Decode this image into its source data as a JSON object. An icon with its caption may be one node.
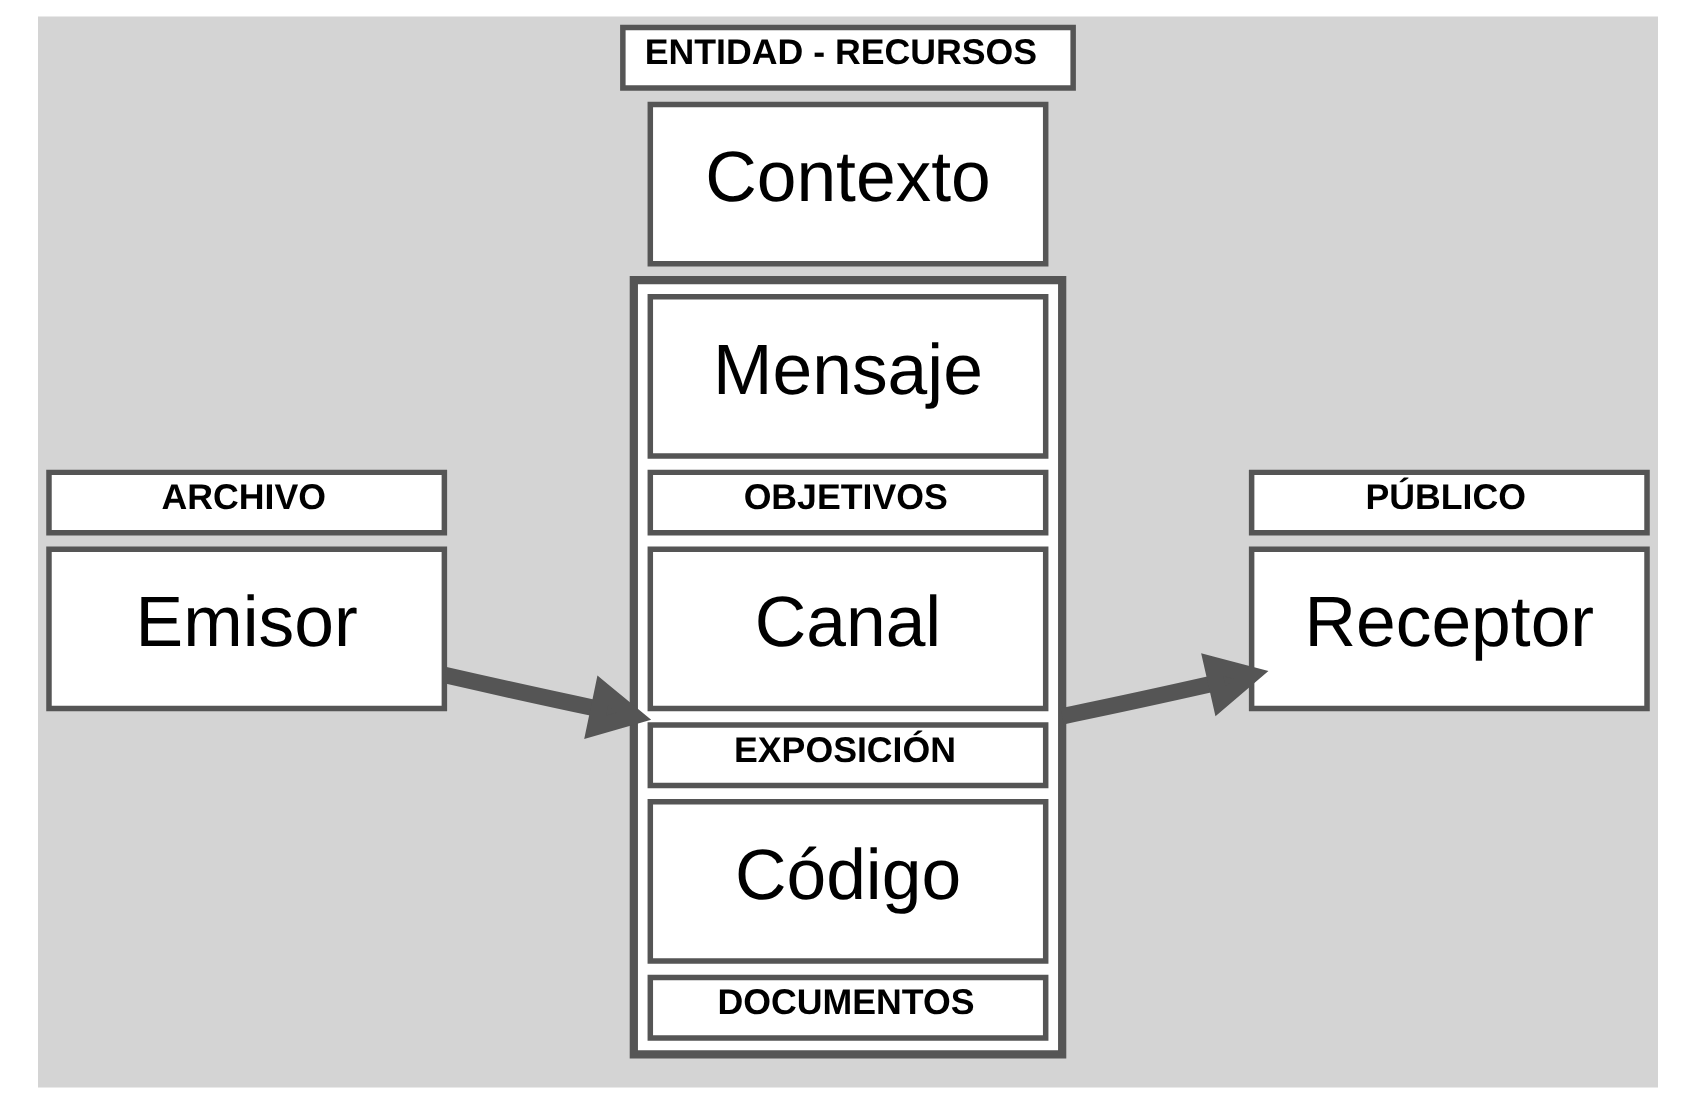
{
  "diagram": {
    "nodes": [
      {
        "text": [
          "Emisor"
        ]
      },
      {
        "text": [
          "ARCHIVO"
        ]
      },
      {
        "text": [],
        "shape": "box"
      },
      {
        "text": [
          "Mensaje"
        ],
        "in": 2
      },
      {
        "text": [
          "OBJETIVOS"
        ],
        "in": 2
      },
      {
        "text": [
          "Canal"
        ],
        "in": 2
      },
      {
        "text": [
          "EXPOSICIÓN"
        ],
        "in": 2
      },
      {
        "text": [
          "Código"
        ],
        "in": 2
      },
      {
        "text": [
          "DOCUMENTOS"
        ],
        "in": 2
      },
      {
        "text": [
          "Receptor"
        ]
      },
      {
        "text": [
          "PÚBLICO"
        ]
      },
      {
        "text": [
          "Contexto"
        ]
      },
      {
        "text": [
          "ENTIDAD - RECURSOS"
        ]
      }
    ],
    "edges": [
      {
        "from": 0,
        "to": 2,
        "arrow": "to"
      },
      {
        "from": 2,
        "to": 9,
        "arrow": "to"
      }
    ]
  }
}
